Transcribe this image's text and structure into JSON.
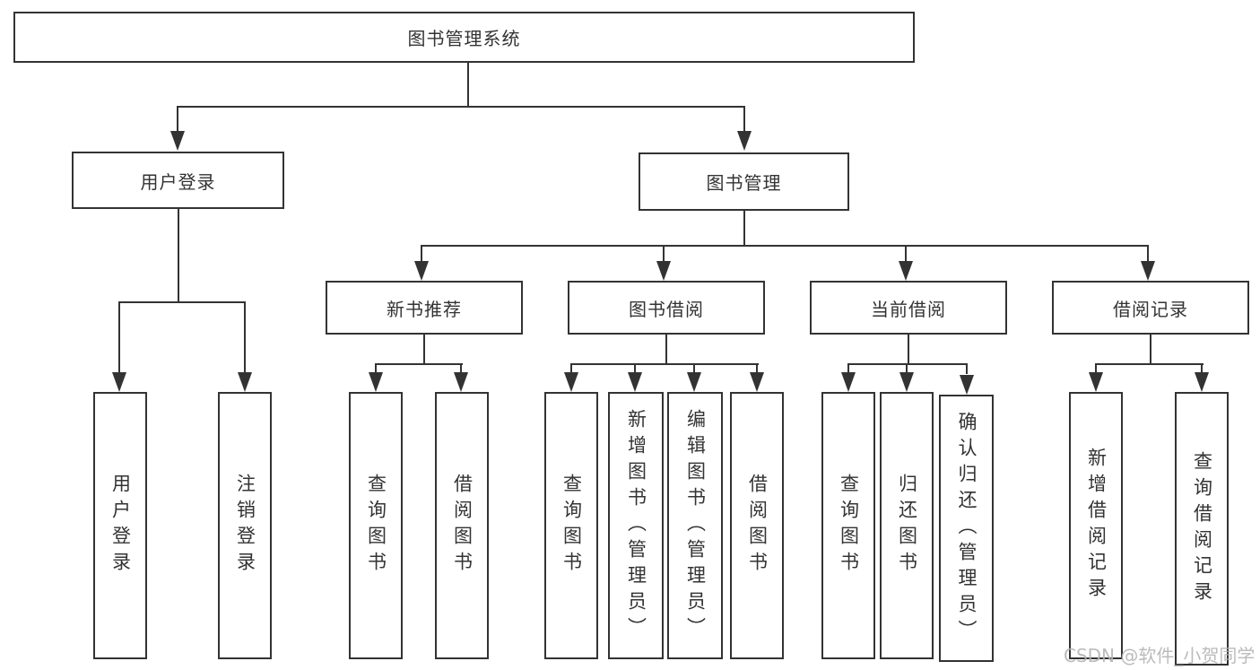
{
  "tree": {
    "root": "图书管理系统",
    "level2": [
      "用户登录",
      "图书管理"
    ],
    "level3": [
      "新书推荐",
      "图书借阅",
      "当前借阅",
      "借阅记录"
    ],
    "leaves": [
      "用户登录",
      "注销登录",
      "查询图书",
      "借阅图书",
      "查询图书",
      "新增图书（管理员）",
      "编辑图书（管理员）",
      "借阅图书",
      "查询图书",
      "归还图书",
      "确认归还（管理员）",
      "新增借阅记录",
      "查询借阅记录"
    ]
  },
  "watermark": {
    "text": "CSDN @软件_小贺同学"
  },
  "colors": {
    "line": "#333333",
    "text": "#333333",
    "watermark": "#b4b4b4",
    "background": "#ffffff"
  }
}
